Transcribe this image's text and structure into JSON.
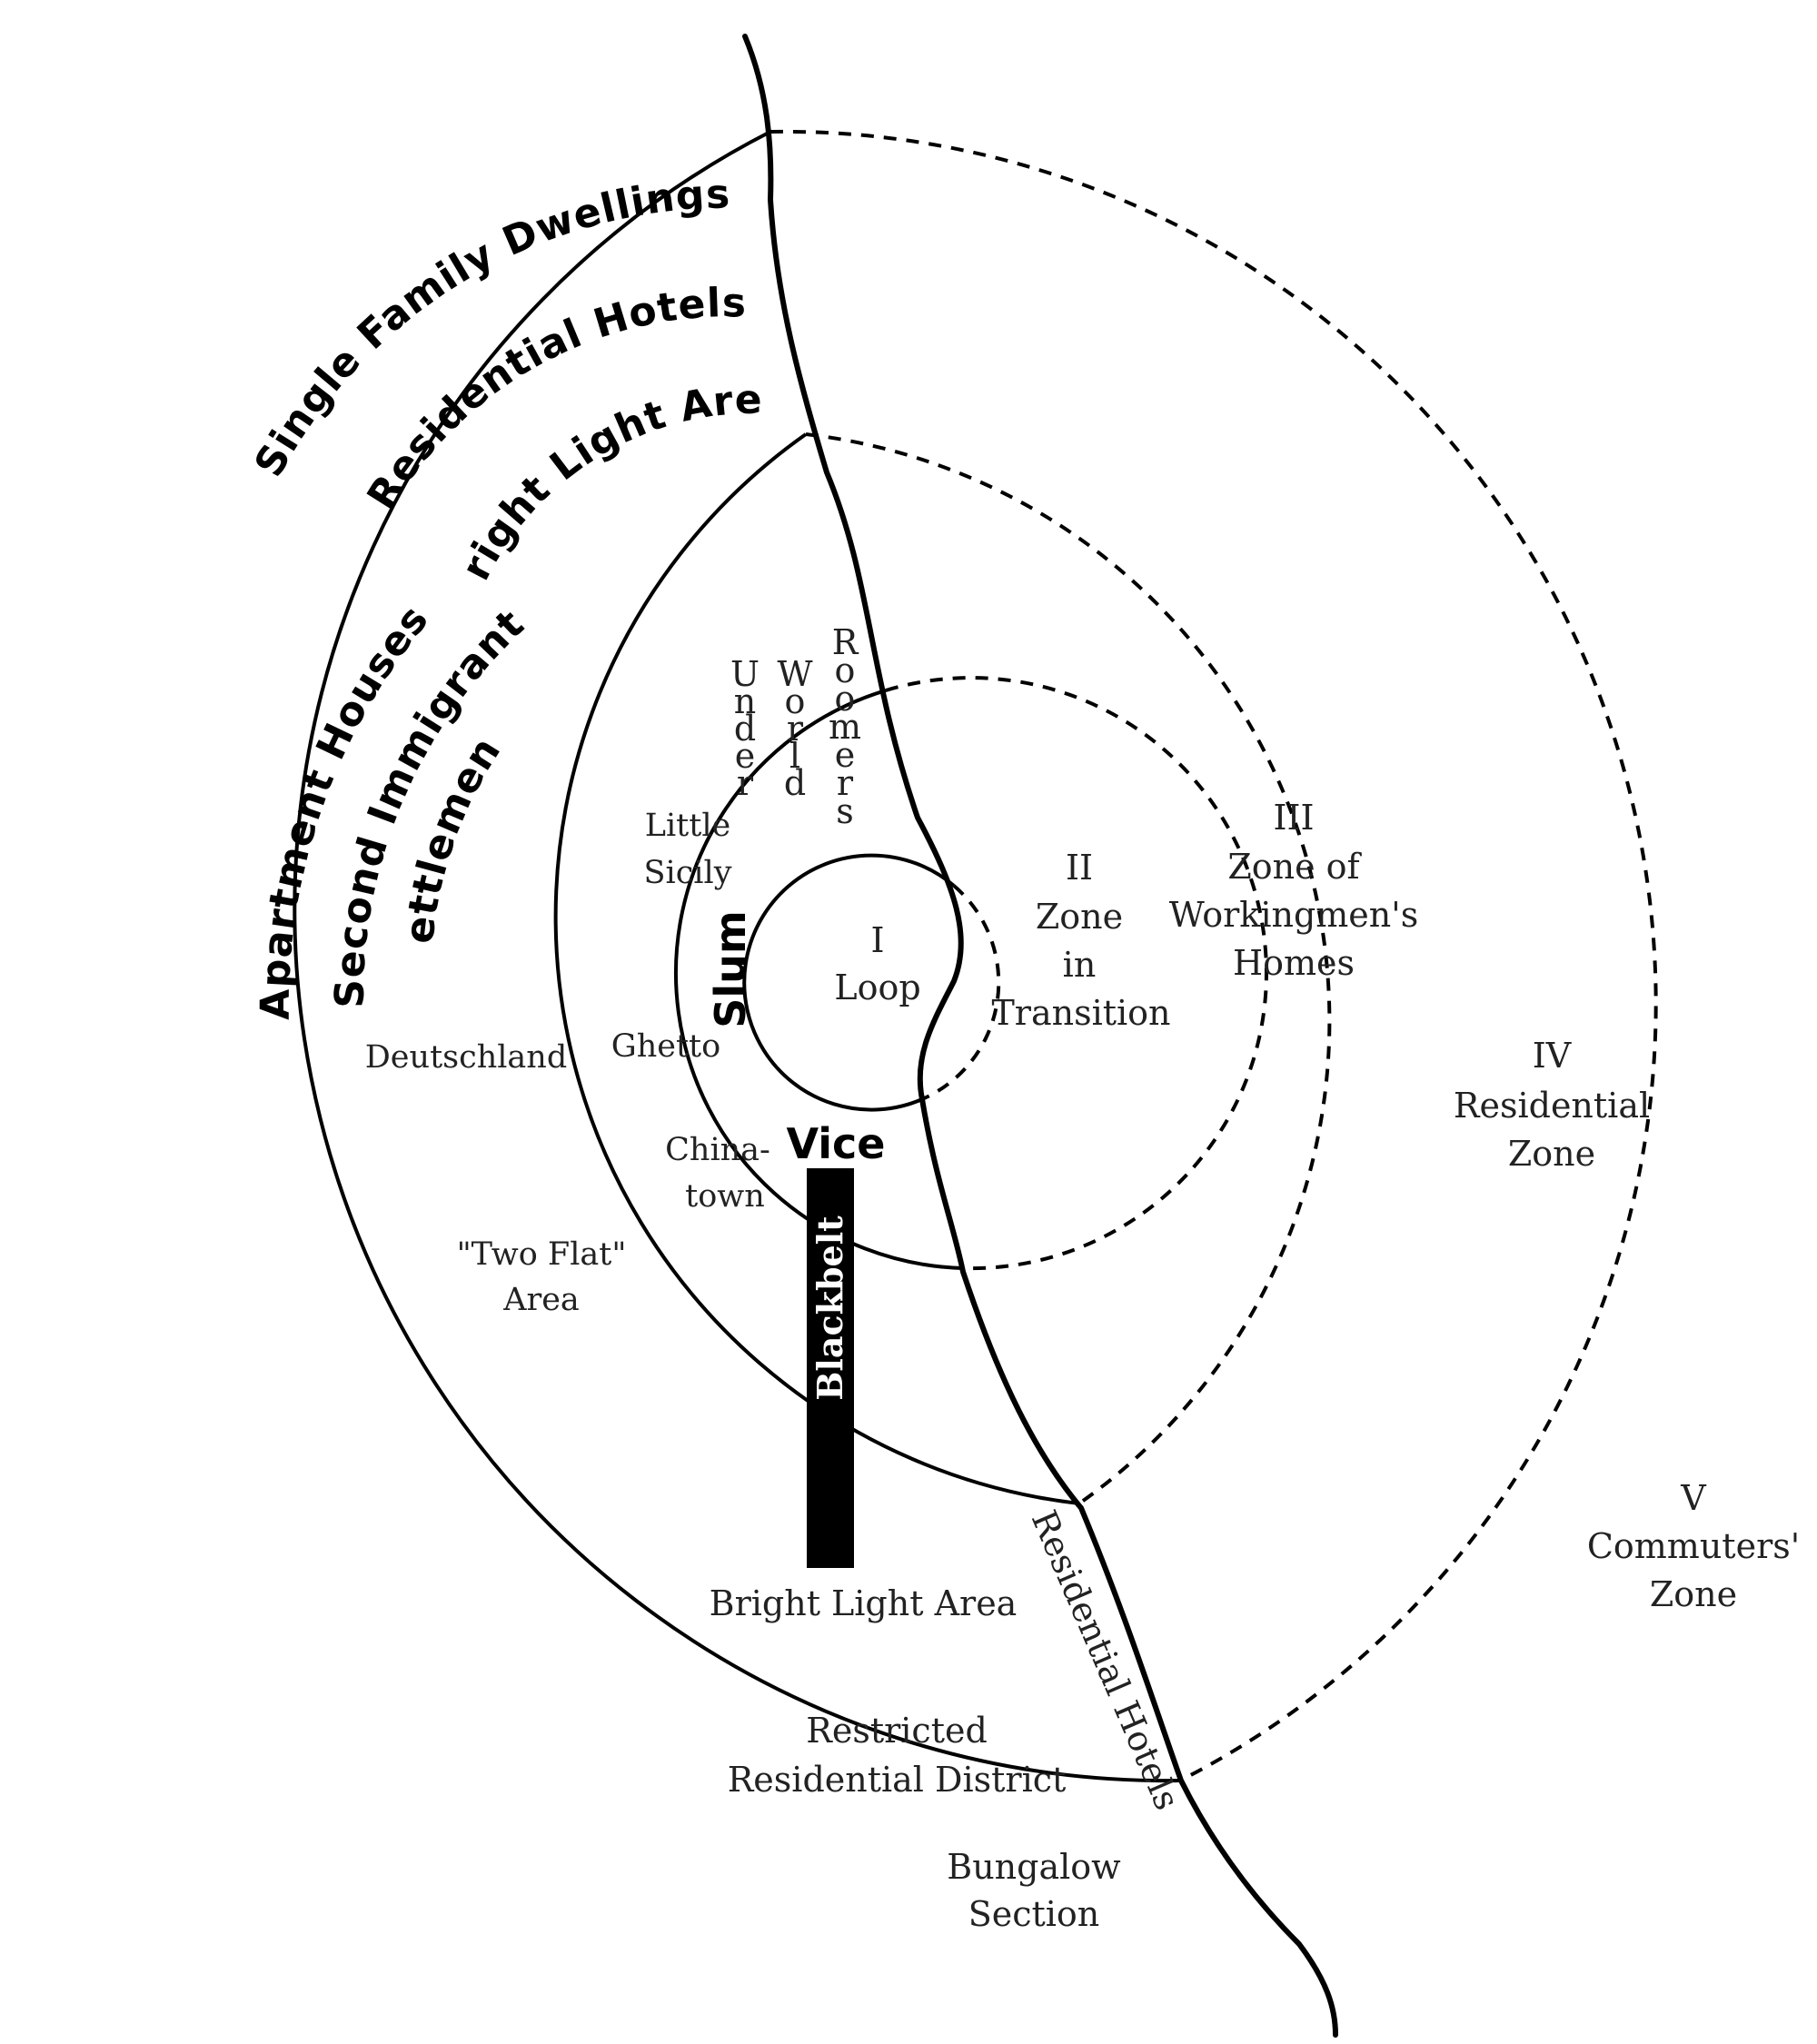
{
  "outer_arcs": {
    "single_family": "Single Family Dwellings",
    "residential_hotels": "Residential Hotels",
    "bright_light": "Bright Light Area",
    "apartment_houses": "Apartment Houses",
    "second_immigrant": "Second Immigrant",
    "settlement": "Settlement"
  },
  "vertical_labels": {
    "under": "Under",
    "world": "World",
    "roomers": "Roomers"
  },
  "inner_labels": {
    "little": "Little",
    "sicily": "Sicily",
    "slum": "Slum",
    "ghetto": "Ghetto",
    "deutschland": "Deutschland",
    "china": "China-",
    "town": "town",
    "vice": "Vice",
    "blackbelt": "Blackbelt",
    "two_flat": "\"Two Flat\"",
    "area": "Area"
  },
  "zones": {
    "i_num": "I",
    "i_name": "Loop",
    "ii_num": "II",
    "ii_l1": "Zone",
    "ii_l2": "in",
    "ii_l3": "Transition",
    "iii_num": "III",
    "iii_l1": "Zone of",
    "iii_l2": "Workingmen's",
    "iii_l3": "Homes",
    "iv_num": "IV",
    "iv_l1": "Residential",
    "iv_l2": "Zone",
    "v_num": "V",
    "v_l1": "Commuters'",
    "v_l2": "Zone"
  },
  "southern_labels": {
    "bright_light": "Bright Light Area",
    "restricted_l1": "Restricted",
    "restricted_l2": "Residential District",
    "bungalow_l1": "Bungalow",
    "bungalow_l2": "Section",
    "residential_hotels": "Residential Hotels"
  }
}
